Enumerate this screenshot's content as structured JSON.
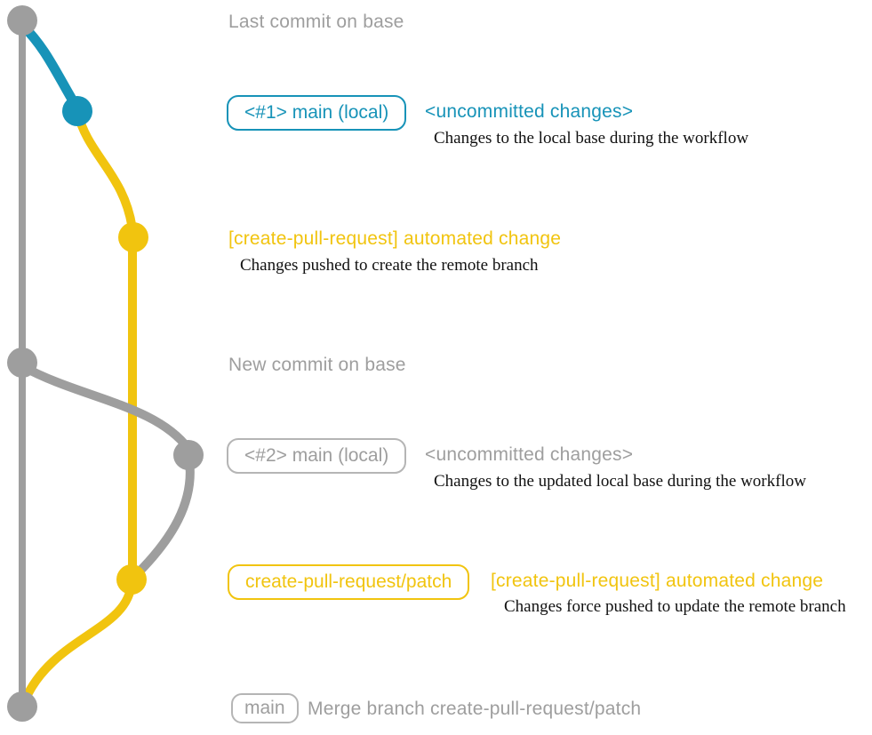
{
  "colors": {
    "gray": "#9e9e9e",
    "blue": "#1793b8",
    "yellow": "#f1c40f",
    "ink": "#111111"
  },
  "annotations": {
    "last_commit_label": "Last commit on base",
    "group1": {
      "badge": "<#1> main (local)",
      "title": "<uncommitted changes>",
      "desc": "Changes to the local base during the workflow"
    },
    "group2": {
      "title": "[create-pull-request] automated change",
      "desc": "Changes pushed to create the remote branch"
    },
    "new_commit_label": "New commit on base",
    "group3": {
      "badge": "<#2> main (local)",
      "title": "<uncommitted changes>",
      "desc": "Changes to the updated local base during the workflow"
    },
    "group4": {
      "badge": "create-pull-request/patch",
      "title": "[create-pull-request] automated change",
      "desc": "Changes force pushed to update the remote branch"
    },
    "merge": {
      "badge": "main",
      "title": "Merge branch create-pull-request/patch"
    }
  }
}
